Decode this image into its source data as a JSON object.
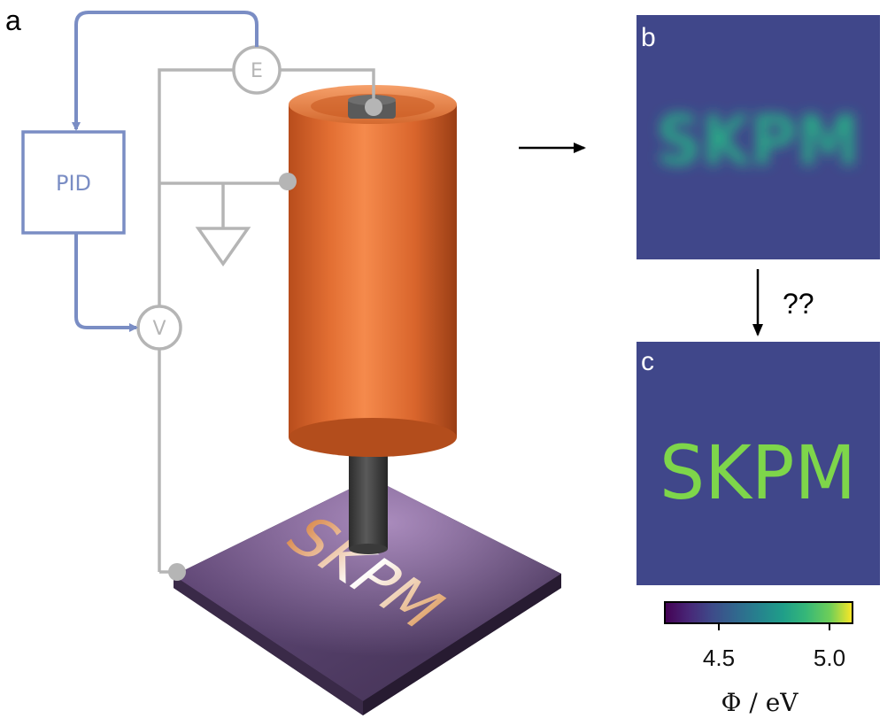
{
  "panels": {
    "a": "a",
    "b": "b",
    "c": "c"
  },
  "circuit": {
    "pid_label": "PID",
    "electrometer_label": "E",
    "voltage_label": "V",
    "sample_text": "SKPM"
  },
  "panel_b": {
    "image_text": "SKPM"
  },
  "panel_c": {
    "image_text": "SKPM"
  },
  "arrow_label": "??",
  "colorbar": {
    "colormap": "viridis",
    "tick_labels": [
      "4.5",
      "5.0"
    ],
    "axis_title": "Φ / eV",
    "background_color": "#40478a",
    "text_color": "#7ed64a"
  },
  "colors": {
    "feedback_loop": "#7a8dc4",
    "wiring": "#b5b5b5",
    "probe": "#e8763a",
    "sample": "#4f3a5c"
  }
}
